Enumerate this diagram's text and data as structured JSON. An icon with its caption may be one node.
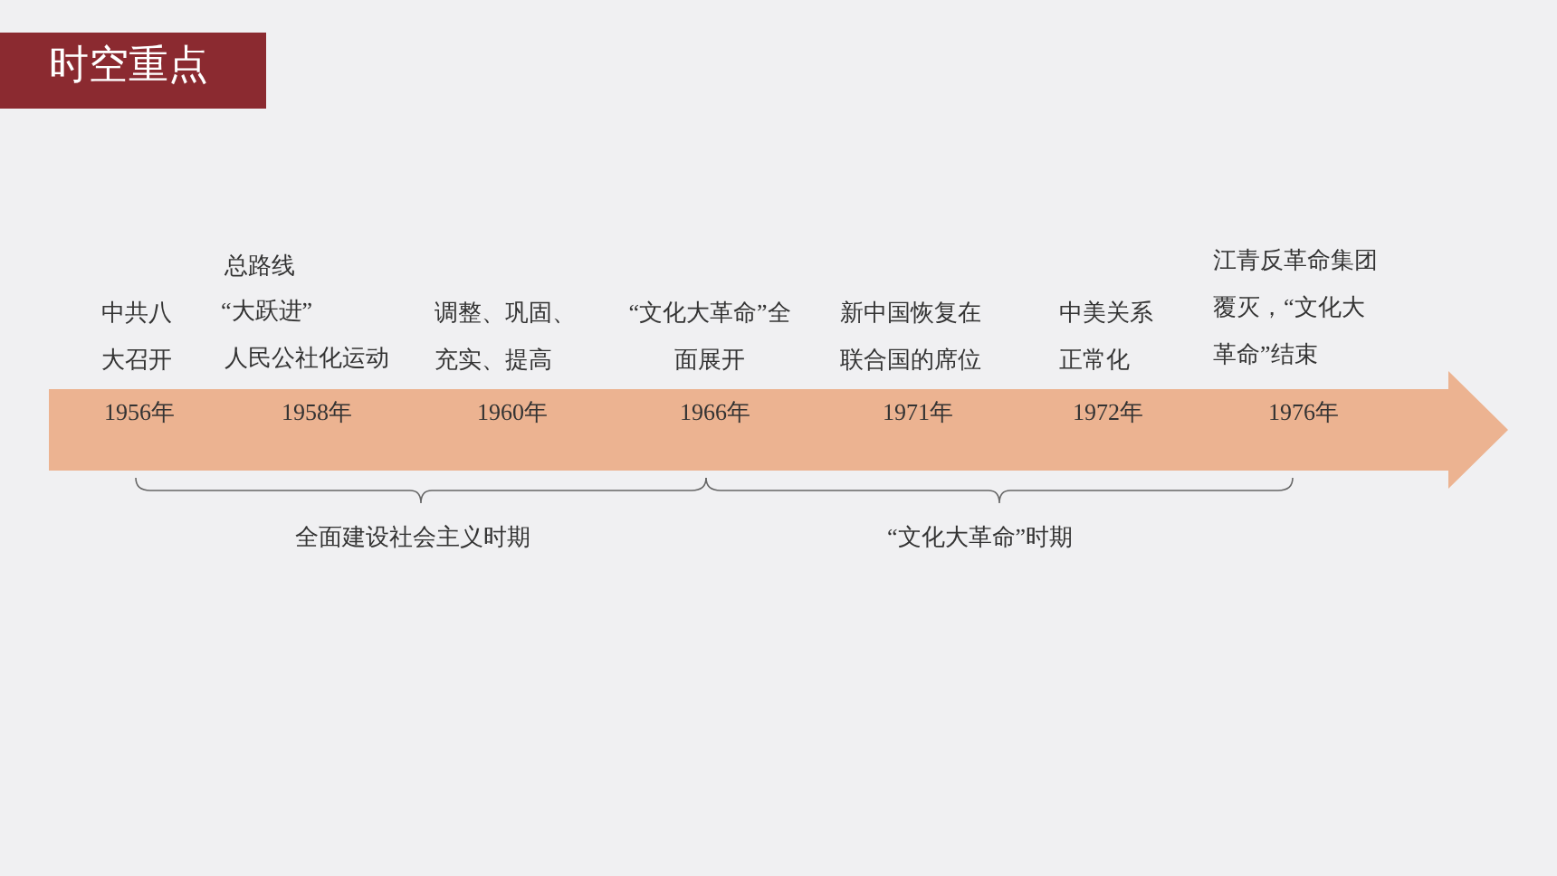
{
  "diagram": {
    "title": "时空重点",
    "nodes": [
      {
        "text": [
          "1956年",
          "1958年",
          "1960年",
          "1966年",
          "1971年",
          "1972年",
          "1976年"
        ]
      }
    ],
    "labels": [
      "中共八大召开",
      "总路线",
      "“大跃进”",
      "人民公社化运动",
      "调整、巩固、充实、提高",
      "“文化大革命”全面展开",
      "新中国恢复在联合国的席位",
      "中美关系正常化",
      "江青反革命集团覆灭，“文化大革命”结束",
      "全面建设社会主义时期",
      "“文化大革命”时期"
    ]
  }
}
